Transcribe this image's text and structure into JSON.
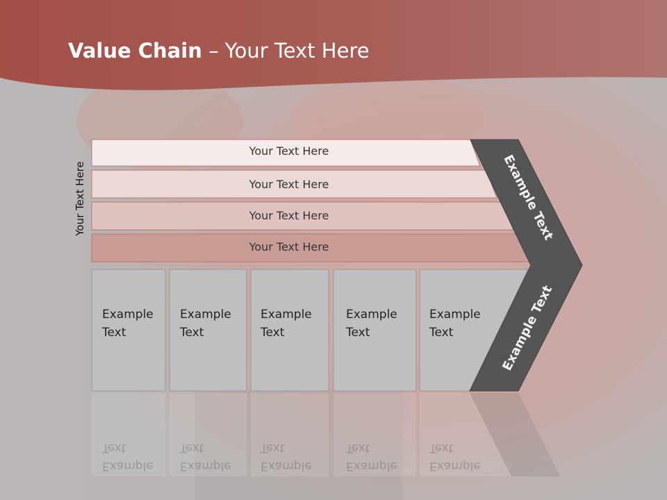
{
  "slide": {
    "title_bold": "Value Chain",
    "title_rest": " – Your Text Here",
    "side_label": "Your Text Here"
  },
  "bands": [
    {
      "label": "Your Text Here"
    },
    {
      "label": "Your Text Here"
    },
    {
      "label": "Your Text Here"
    },
    {
      "label": "Your Text Here"
    }
  ],
  "cells": [
    {
      "label": "Example\nText"
    },
    {
      "label": "Example\nText"
    },
    {
      "label": "Example\nText"
    },
    {
      "label": "Example\nText"
    },
    {
      "label": "Example\nText"
    }
  ],
  "chevron": {
    "upper_label": "Example Text",
    "lower_label": "Example Text"
  },
  "colors": {
    "header": "#a55a52",
    "chevron": "#555555",
    "cell": "#bfbfbf"
  }
}
